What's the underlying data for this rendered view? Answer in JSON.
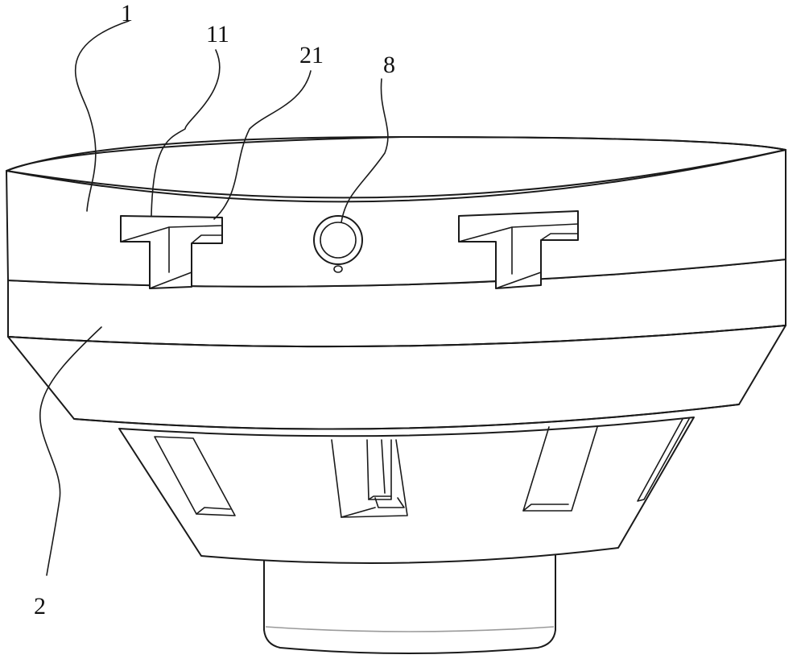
{
  "labels": {
    "part_1": "1",
    "part_11": "11",
    "part_21": "21",
    "part_8": "8",
    "part_2": "2"
  }
}
